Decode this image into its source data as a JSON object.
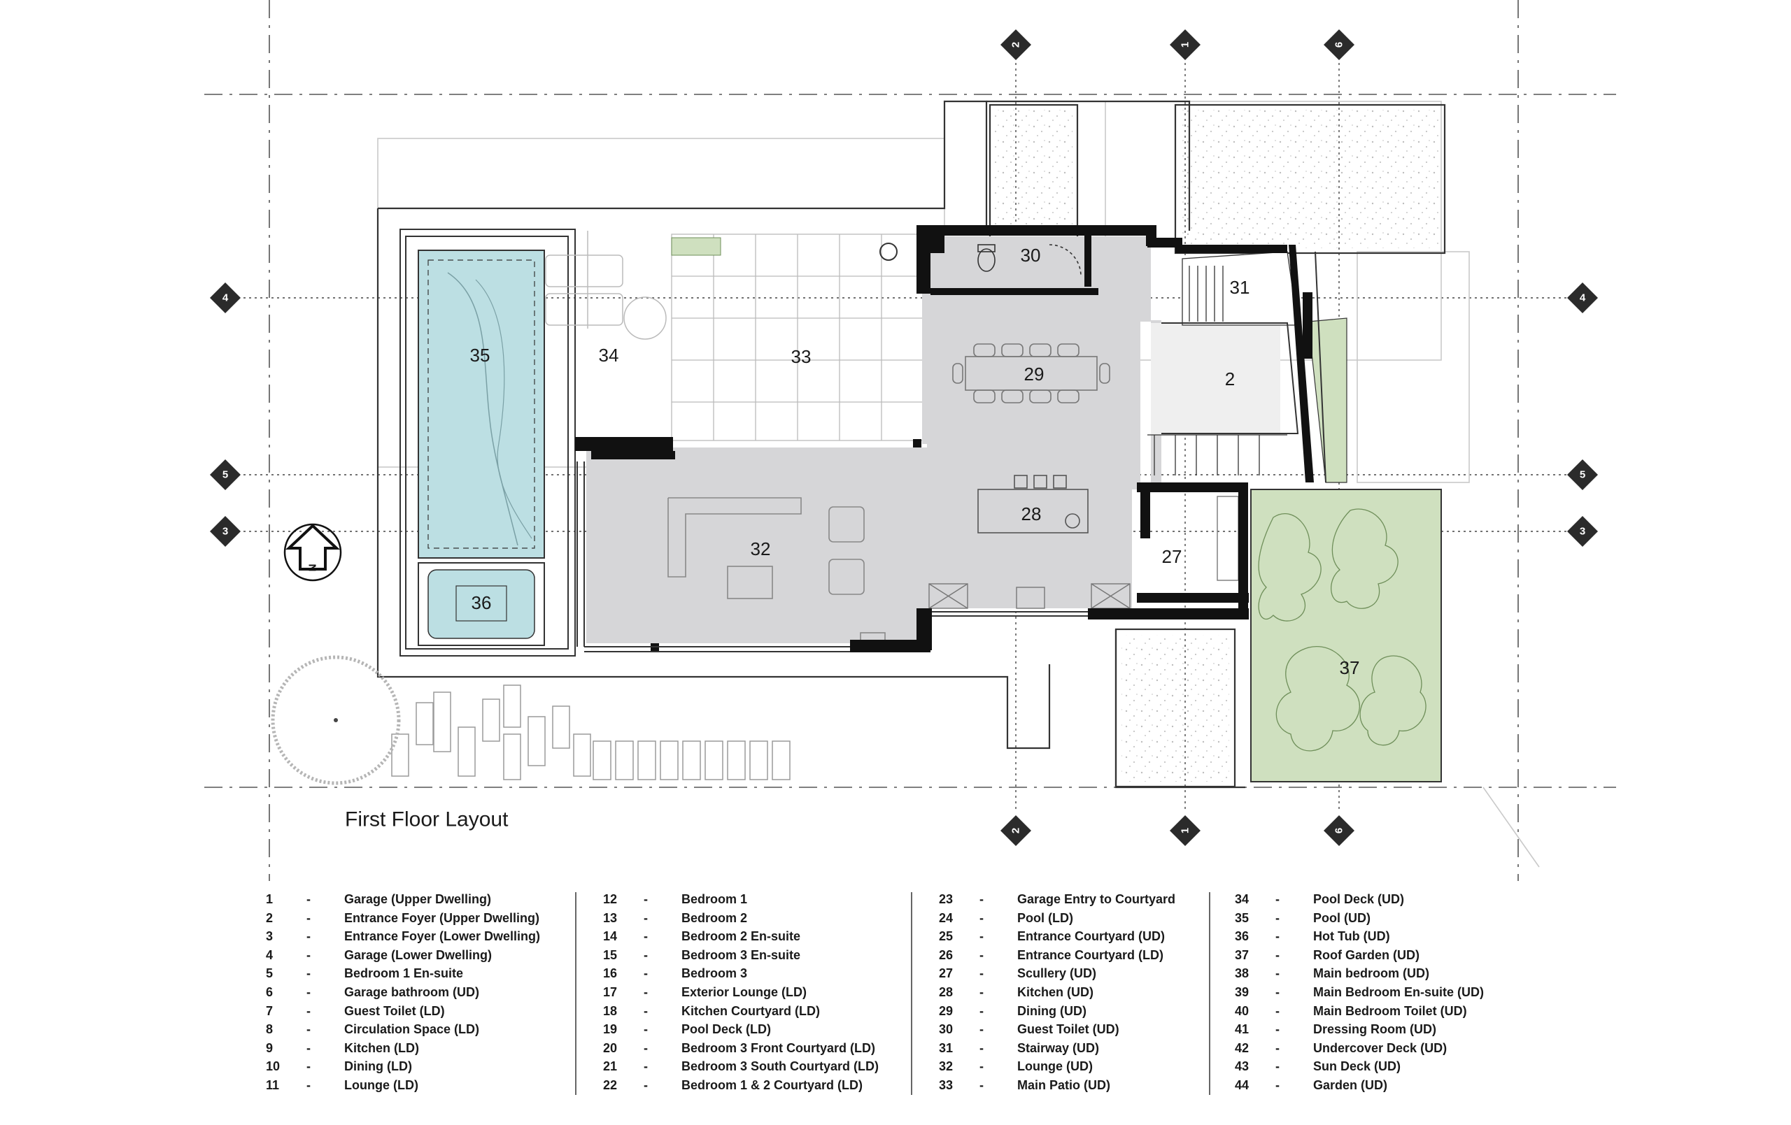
{
  "drawing": {
    "title": "First Floor Layout",
    "north_label": "N",
    "colors": {
      "wall": "#111111",
      "interior_fill": "#d6d6d8",
      "pool_water": "#bcdfe3",
      "roof_garden": "#cfe0bf",
      "paving": "#9a9a9a",
      "grid_line": "#555555"
    }
  },
  "grid_tags": {
    "vertical": [
      "2",
      "1",
      "6"
    ],
    "horizontal": [
      "4",
      "5",
      "3"
    ]
  },
  "rooms": {
    "r2": "2",
    "r27": "27",
    "r28": "28",
    "r29": "29",
    "r30": "30",
    "r31": "31",
    "r32": "32",
    "r33": "33",
    "r34": "34",
    "r35": "35",
    "r36": "36",
    "r37": "37"
  },
  "legend": [
    [
      {
        "num": "1",
        "name": "Garage (Upper Dwelling)"
      },
      {
        "num": "2",
        "name": "Entrance Foyer (Upper Dwelling)"
      },
      {
        "num": "3",
        "name": "Entrance Foyer (Lower Dwelling)"
      },
      {
        "num": "4",
        "name": "Garage (Lower Dwelling)"
      },
      {
        "num": "5",
        "name": "Bedroom 1 En-suite"
      },
      {
        "num": "6",
        "name": "Garage bathroom (UD)"
      },
      {
        "num": "7",
        "name": "Guest Toilet (LD)"
      },
      {
        "num": "8",
        "name": "Circulation Space (LD)"
      },
      {
        "num": "9",
        "name": "Kitchen (LD)"
      },
      {
        "num": "10",
        "name": "Dining (LD)"
      },
      {
        "num": "11",
        "name": "Lounge (LD)"
      }
    ],
    [
      {
        "num": "12",
        "name": "Bedroom 1"
      },
      {
        "num": "13",
        "name": "Bedroom 2"
      },
      {
        "num": "14",
        "name": "Bedroom 2 En-suite"
      },
      {
        "num": "15",
        "name": "Bedroom 3 En-suite"
      },
      {
        "num": "16",
        "name": "Bedroom 3"
      },
      {
        "num": "17",
        "name": "Exterior Lounge (LD)"
      },
      {
        "num": "18",
        "name": "Kitchen Courtyard (LD)"
      },
      {
        "num": "19",
        "name": "Pool Deck (LD)"
      },
      {
        "num": "20",
        "name": "Bedroom 3 Front Courtyard (LD)"
      },
      {
        "num": "21",
        "name": "Bedroom 3 South Courtyard (LD)"
      },
      {
        "num": "22",
        "name": "Bedroom 1 & 2 Courtyard (LD)"
      }
    ],
    [
      {
        "num": "23",
        "name": "Garage Entry to Courtyard"
      },
      {
        "num": "24",
        "name": "Pool (LD)"
      },
      {
        "num": "25",
        "name": "Entrance Courtyard (UD)"
      },
      {
        "num": "26",
        "name": "Entrance Courtyard (LD)"
      },
      {
        "num": "27",
        "name": "Scullery (UD)"
      },
      {
        "num": "28",
        "name": "Kitchen (UD)"
      },
      {
        "num": "29",
        "name": "Dining (UD)"
      },
      {
        "num": "30",
        "name": "Guest Toilet (UD)"
      },
      {
        "num": "31",
        "name": "Stairway (UD)"
      },
      {
        "num": "32",
        "name": "Lounge (UD)"
      },
      {
        "num": "33",
        "name": "Main Patio (UD)"
      }
    ],
    [
      {
        "num": "34",
        "name": "Pool Deck (UD)"
      },
      {
        "num": "35",
        "name": "Pool (UD)"
      },
      {
        "num": "36",
        "name": "Hot Tub (UD)"
      },
      {
        "num": "37",
        "name": "Roof Garden (UD)"
      },
      {
        "num": "38",
        "name": "Main bedroom (UD)"
      },
      {
        "num": "39",
        "name": "Main Bedroom En-suite (UD)"
      },
      {
        "num": "40",
        "name": "Main Bedroom Toilet (UD)"
      },
      {
        "num": "41",
        "name": "Dressing Room (UD)"
      },
      {
        "num": "42",
        "name": "Undercover Deck (UD)"
      },
      {
        "num": "43",
        "name": "Sun Deck (UD)"
      },
      {
        "num": "44",
        "name": "Garden (UD)"
      }
    ]
  ]
}
